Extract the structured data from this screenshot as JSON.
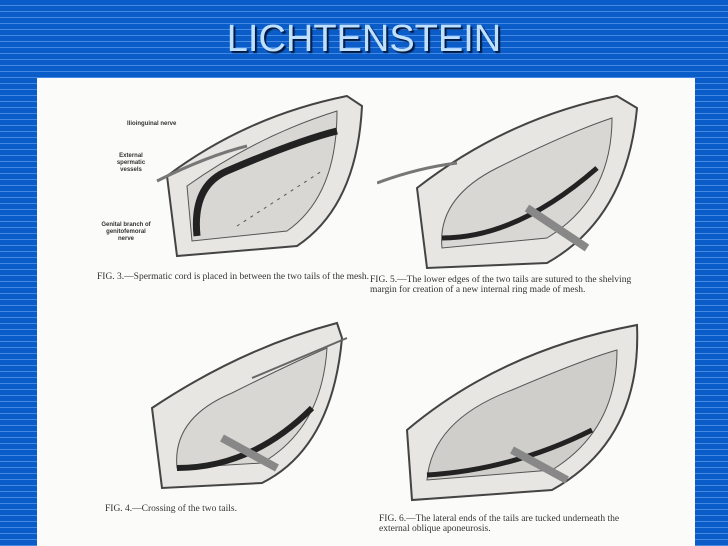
{
  "slide": {
    "title": "LICHTENSTEIN"
  },
  "figures": [
    {
      "id": "fig3",
      "caption": "FIG. 3.—Spermatic cord is placed in between the two tails of the mesh.",
      "labels": [
        "Ilioinguinal nerve",
        "External spermatic vessels",
        "Genital branch of genitofemoral nerve"
      ]
    },
    {
      "id": "fig5",
      "caption": "FIG. 5.—The lower edges of the two tails are sutured to the shelving margin for creation of a new internal ring made of mesh."
    },
    {
      "id": "fig4",
      "caption": "FIG. 4.—Crossing of the two tails."
    },
    {
      "id": "fig6",
      "caption": "FIG. 6.—The lateral ends of the tails are tucked underneath the external oblique aponeurosis."
    }
  ]
}
